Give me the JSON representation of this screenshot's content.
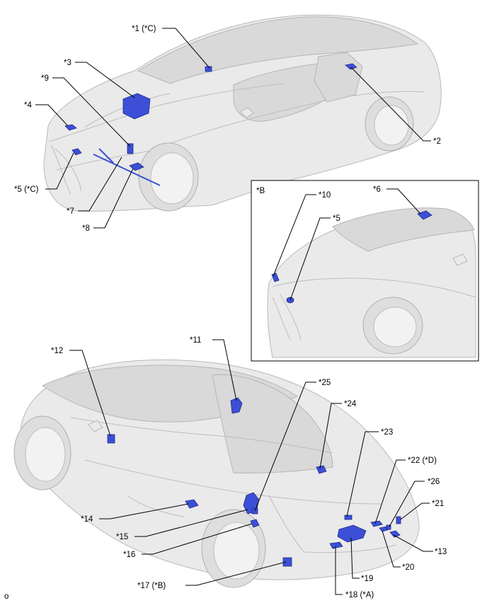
{
  "labels": {
    "c1": "*1 (*C)",
    "c2": "*2",
    "c3": "*3",
    "c4": "*4",
    "c5": "*5 (*C)",
    "c7": "*7",
    "c8": "*8",
    "c9": "*9",
    "inset_title": "*B",
    "i10": "*10",
    "i5": "*5",
    "i6": "*6",
    "r11": "*11",
    "r12": "*12",
    "r13": "*13",
    "r14": "*14",
    "r15": "*15",
    "r16": "*16",
    "r17": "*17 (*B)",
    "r18": "*18 (*A)",
    "r19": "*19",
    "r20": "*20",
    "r21": "*21",
    "r22": "*22 (*D)",
    "r23": "*23",
    "r24": "*24",
    "r25": "*25",
    "r26": "*26"
  },
  "corner_mark": "o",
  "colors": {
    "part": "#3c4fd6",
    "leader": "#000000",
    "car": "#eaeaea"
  }
}
